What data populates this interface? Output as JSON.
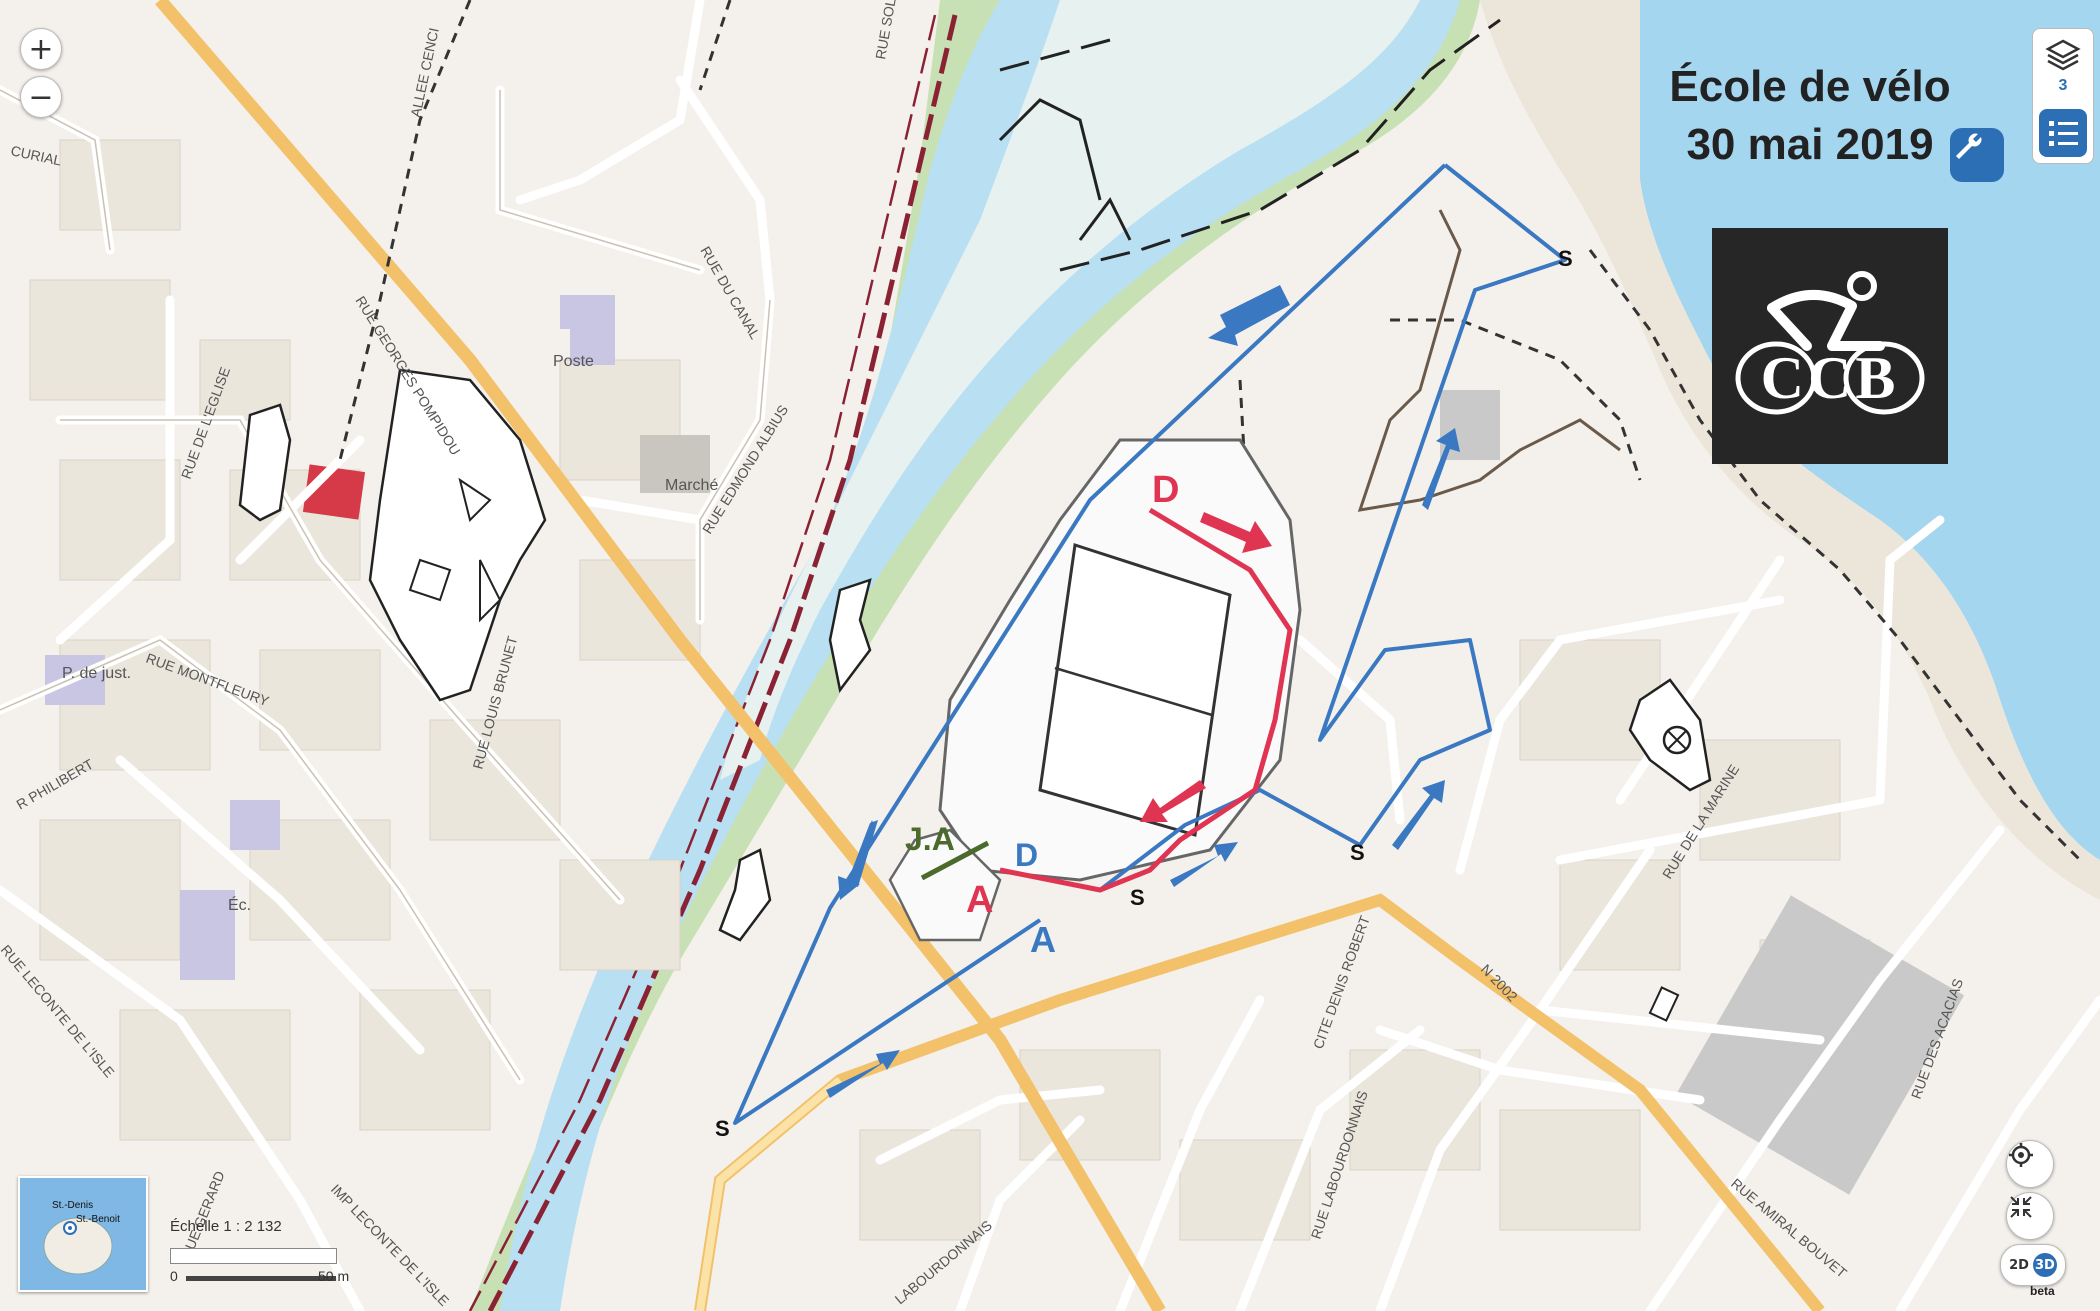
{
  "title": {
    "line1": "École de vélo",
    "line2": "30 mai 2019"
  },
  "logo_text": "CCB",
  "controls": {
    "zoom_in": "+",
    "zoom_out": "−",
    "layers_count": "3",
    "mode_2d": "2D",
    "mode_3d": "3D",
    "beta_label": "beta"
  },
  "scale": {
    "label": "Échelle 1 : 2 132",
    "start": "0",
    "end": "50 m"
  },
  "minimap": {
    "label1": "St.-Denis",
    "label2": "St.-Benoit"
  },
  "streets": {
    "curial": "CURIAL",
    "allee_cenci": "ALLEE CENCI",
    "rue_soleil": "RUE SOLEIL",
    "georges_pompidou": "RUE GEORGES POMPIDOU",
    "eglise": "RUE DE L'EGLISE",
    "edmond_albius": "RUE EDMOND ALBIUS",
    "canal": "RUE DU CANAL",
    "montfleury": "RUE MONTFLEURY",
    "louis_brunet": "RUE LOUIS BRUNET",
    "philibert": "R PHILIBERT",
    "leconte": "RUE LECONTE DE L'ISLE",
    "imp_leconte": "IMP LECONTE DE L'ISLE",
    "gerard": "RUE GERARD",
    "n2002": "N 2002",
    "amiral_bouvet": "RUE AMIRAL BOUVET",
    "marine": "RUE DE LA MARINE",
    "labourdonnais": "RUE LABOURDONNAIS",
    "cite_robert": "CITE DENIS ROBERT",
    "acacias": "RUE DES ACACIAS",
    "labourdonnais2": "LABOURDONNAIS"
  },
  "poi": {
    "poste": "Poste",
    "marche": "Marché",
    "justice": "P. de just.",
    "ecole": "Éc."
  },
  "course": {
    "red_start": "D",
    "red_finish": "A",
    "blue_start": "D",
    "blue_finish": "A",
    "judge": "J.A",
    "signal": "S"
  },
  "colors": {
    "blue_course": "#3a78c2",
    "red_course": "#e03552",
    "judge": "#4a6b2c",
    "main_road": "#f2c16a",
    "river": "#b8dff2",
    "sea": "#a4d6f0",
    "railway": "#8a2234"
  }
}
